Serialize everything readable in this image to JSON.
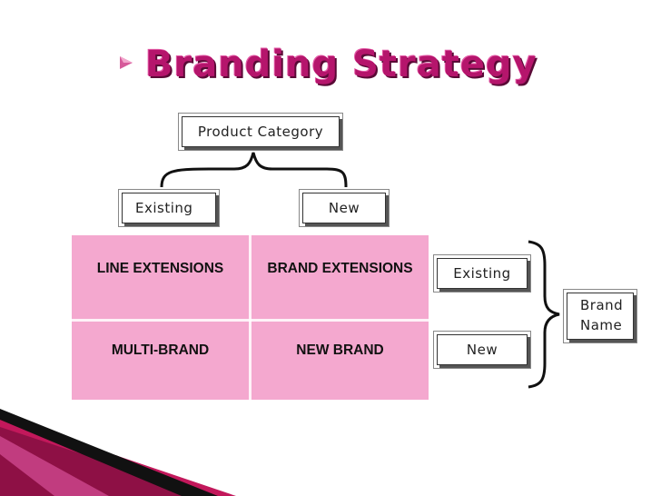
{
  "title": "Branding Strategy",
  "axes": {
    "column_axis": "Product Category",
    "row_axis": "Brand Name"
  },
  "columns": [
    "Existing",
    "New"
  ],
  "rows": [
    "Existing",
    "New"
  ],
  "cells": {
    "existing_existing": "LINE EXTENSIONS",
    "existing_new": "BRAND EXTENSIONS",
    "new_existing": "MULTI-BRAND",
    "new_new": "NEW BRAND"
  },
  "colors": {
    "title": "#b5156c",
    "grid_fill": "#f4a8cf",
    "accent": "#c2185b"
  }
}
